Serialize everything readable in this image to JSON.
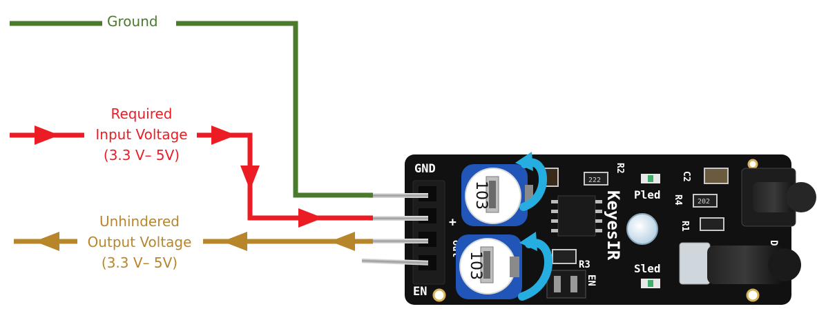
{
  "labels": {
    "ground": "Ground",
    "input_line1": "Required",
    "input_line2": "Input Voltage",
    "input_line3": "(3.3 V– 5V)",
    "output_line1": "Unhindered",
    "output_line2": "Output Voltage",
    "output_line3": "(3.3 V– 5V)"
  },
  "board": {
    "gnd": "GND",
    "plus": "+",
    "out": "out",
    "en": "EN",
    "r2": "R2",
    "pled": "Pled",
    "c2": "C2",
    "r4": "R4",
    "r1": "R1",
    "brand": "KeyesIR",
    "r3": "R3",
    "sled": "Sled",
    "en_jumper": "EN",
    "da": "DA",
    "pot_code": "103",
    "smd_222": "222",
    "smd_202": "202"
  },
  "colors": {
    "ground_wire": "#4a7a2b",
    "input_wire": "#ec1c24",
    "output_wire": "#b8862a",
    "rotate_arrow": "#27aee0",
    "pot_body": "#2156b8",
    "board": "#111111"
  }
}
